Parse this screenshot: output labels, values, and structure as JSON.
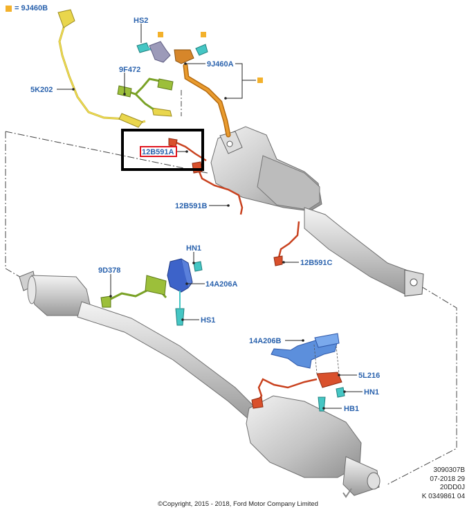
{
  "legend": {
    "code": "= 9J460B",
    "swatch_color": "#f3b12b"
  },
  "labels": {
    "hs2": "HS2",
    "j460a": "9J460A",
    "f472": "9F472",
    "k202": "5K202",
    "b591a": "12B591A",
    "b591b": "12B591B",
    "b591c": "12B591C",
    "hn1_top": "HN1",
    "d378": "9D378",
    "a206a": "14A206A",
    "hs1": "HS1",
    "a206b": "14A206B",
    "l216": "5L216",
    "hn1_bot": "HN1",
    "hb1": "HB1"
  },
  "meta": {
    "line1": "3090307B",
    "line2": "07-2018 29",
    "line3": "20DD0J",
    "line4": "K 0349861 04"
  },
  "copyright": "©Copyright, 2015 - 2018, Ford Motor Company Limited",
  "colors": {
    "label_blue": "#2a62ad",
    "highlight_red": "#e0141e",
    "cover_orange": "#f3b12b",
    "harness_yellow": "#e9d64c",
    "harness_green": "#9cbf3a",
    "harness_red": "#d9502c",
    "bracket_blue": "#3d63c9",
    "pipe_orange": "#df8a1e",
    "clip_teal": "#45c6c4"
  }
}
